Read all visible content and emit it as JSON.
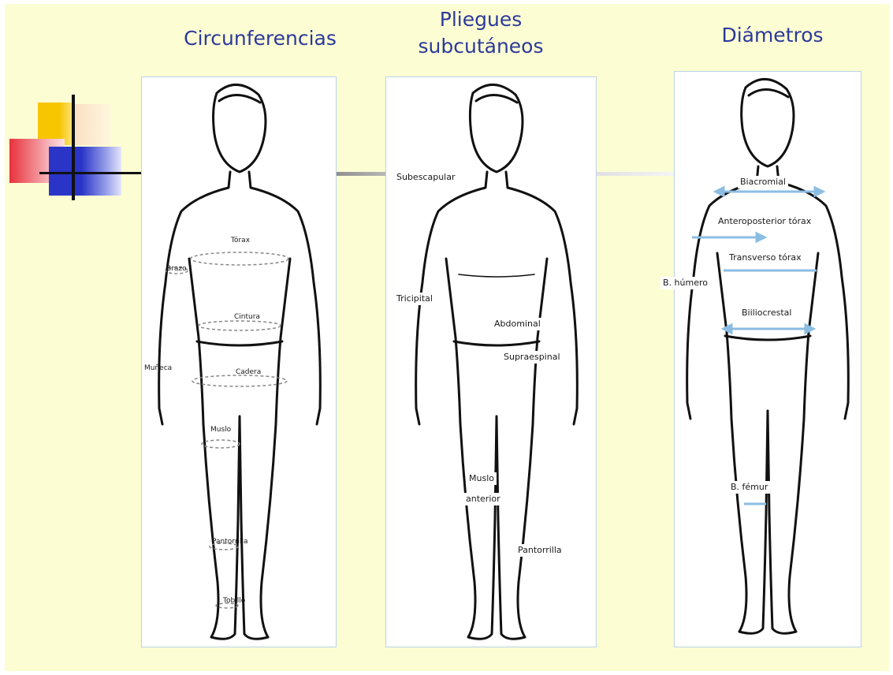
{
  "titles": {
    "circunferencias": "Circunferencias",
    "pliegues": "Pliegues subcutáneos",
    "diametros": "Diámetros"
  },
  "colors": {
    "background": "#fdfdd3",
    "title": "#2b3a9a",
    "panel_border": "#b9d2e6",
    "arrow": "#8bbde3",
    "deco_yellow": "#f7c600",
    "deco_red": "#e8323c",
    "deco_blue": "#2a35c8"
  },
  "circunferencias": {
    "labels": [
      "Tórax",
      "Brazo",
      "Cintura",
      "Cadera",
      "Muñeca",
      "Muslo",
      "Pantorrilla",
      "Tobillo"
    ]
  },
  "pliegues": {
    "labels": [
      "Subescapular",
      "Tricipital",
      "Abdominal",
      "Supraespinal",
      "Muslo",
      "anterior",
      "Pantorrilla"
    ]
  },
  "diametros": {
    "labels": [
      "Biacromial",
      "Anteroposterior tórax",
      "Transverso tórax",
      "B. húmero",
      "Biiliocrestal",
      "B. fémur"
    ]
  }
}
